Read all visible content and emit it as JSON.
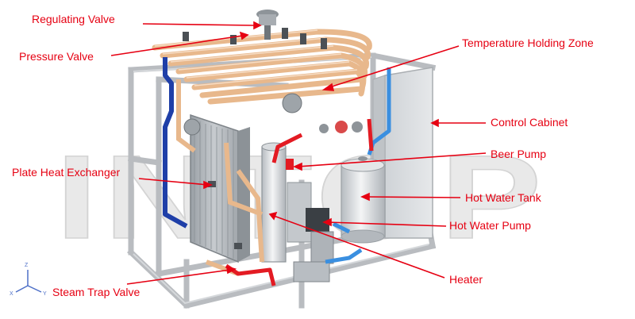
{
  "watermark": "INTOP",
  "colors": {
    "label": "#e60012",
    "frame": "#b9bcc0",
    "steam": "#e31b23",
    "cold_pipe": "#1f3fa8",
    "water_pipe": "#3a8fe0",
    "product_pipe": "#e8b88c"
  },
  "labels": [
    {
      "id": "regulating-valve",
      "text": "Regulating Valve"
    },
    {
      "id": "pressure-valve",
      "text": "Pressure Valve"
    },
    {
      "id": "temperature-holding-zone",
      "text": "Temperature Holding Zone"
    },
    {
      "id": "control-cabinet",
      "text": "Control Cabinet"
    },
    {
      "id": "beer-pump",
      "text": "Beer Pump"
    },
    {
      "id": "plate-heat-exchanger",
      "text": "Plate Heat Exchanger"
    },
    {
      "id": "hot-water-tank",
      "text": "Hot Water Tank"
    },
    {
      "id": "hot-water-pump",
      "text": "Hot Water Pump"
    },
    {
      "id": "heater",
      "text": "Heater"
    },
    {
      "id": "steam-trap-valve",
      "text": "Steam Trap Valve"
    }
  ],
  "axis_triad": {
    "x": "X",
    "y": "Y",
    "z": "Z"
  }
}
